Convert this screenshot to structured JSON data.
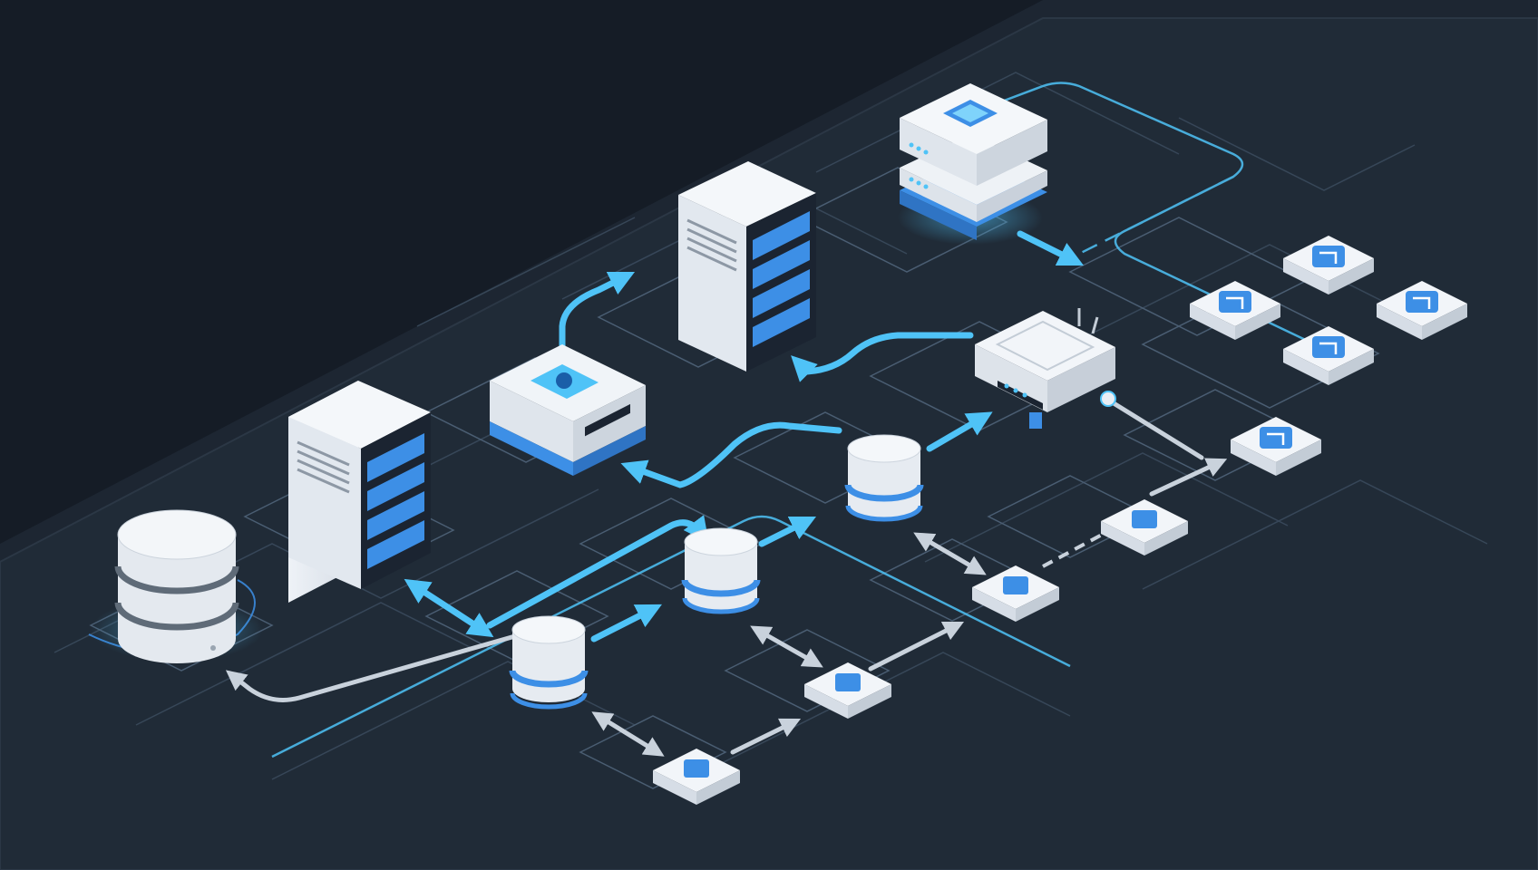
{
  "diagram": {
    "kind": "isometric-network-topology",
    "colors": {
      "background": "#151c26",
      "platform": "#1f2935",
      "platform_edge": "#2b3745",
      "grid_line": "#3a4a5c",
      "accent_cyan": "#4fc3f7",
      "accent_blue": "#3d8fe6",
      "device_white": "#e9eef4",
      "device_shade": "#c5ced9",
      "arrow_gray": "#c9d2dc"
    },
    "nodes": [
      {
        "id": "primary-database",
        "icon": "database-cylinder-icon"
      },
      {
        "id": "server-tower-left",
        "icon": "server-tower-icon"
      },
      {
        "id": "server-tower-center",
        "icon": "server-tower-icon"
      },
      {
        "id": "storage-unit",
        "icon": "storage-unit-icon"
      },
      {
        "id": "server-stack",
        "icon": "server-stack-icon"
      },
      {
        "id": "router",
        "icon": "router-icon"
      },
      {
        "id": "database-a",
        "icon": "database-small-icon"
      },
      {
        "id": "database-b",
        "icon": "database-small-icon"
      },
      {
        "id": "database-c",
        "icon": "database-small-icon"
      },
      {
        "id": "client-device-1",
        "icon": "client-device-icon"
      },
      {
        "id": "client-device-2",
        "icon": "client-device-icon"
      },
      {
        "id": "client-device-3",
        "icon": "client-device-icon"
      },
      {
        "id": "client-device-4",
        "icon": "client-device-icon"
      },
      {
        "id": "client-device-5",
        "icon": "client-device-icon"
      },
      {
        "id": "endpoint-1",
        "icon": "endpoint-icon"
      },
      {
        "id": "endpoint-2",
        "icon": "endpoint-icon"
      },
      {
        "id": "endpoint-3",
        "icon": "endpoint-icon"
      },
      {
        "id": "endpoint-4",
        "icon": "endpoint-icon"
      },
      {
        "id": "endpoint-5",
        "icon": "endpoint-icon"
      }
    ],
    "connections": [
      {
        "from": "storage-unit",
        "to": "server-tower-center",
        "style": "cyan-arrow-up"
      },
      {
        "from": "router",
        "to": "server-tower-center",
        "style": "cyan-arrow"
      },
      {
        "from": "server-stack",
        "to": "router",
        "style": "cyan-arrow"
      },
      {
        "from": "database-c",
        "to": "storage-unit",
        "style": "cyan-arrow"
      },
      {
        "from": "database-c",
        "to": "router",
        "style": "cyan-arrow"
      },
      {
        "from": "database-b",
        "to": "database-c",
        "style": "cyan-arrow"
      },
      {
        "from": "database-a",
        "to": "database-b",
        "style": "cyan-arrow"
      },
      {
        "from": "server-tower-left",
        "to": "database-a",
        "style": "cyan-bidirectional"
      },
      {
        "from": "database-b",
        "to": "primary-database",
        "style": "gray-arrow"
      },
      {
        "from": "database-a",
        "to": "endpoint-1",
        "style": "gray-bidirectional"
      },
      {
        "from": "endpoint-1",
        "to": "endpoint-2",
        "style": "gray-arrow"
      },
      {
        "from": "database-b",
        "to": "endpoint-2",
        "style": "gray-bidirectional"
      },
      {
        "from": "endpoint-2",
        "to": "endpoint-3",
        "style": "gray-arrow"
      },
      {
        "from": "database-c",
        "to": "endpoint-3",
        "style": "gray-bidirectional"
      },
      {
        "from": "endpoint-3",
        "to": "endpoint-4",
        "style": "gray-dashed"
      },
      {
        "from": "endpoint-4",
        "to": "endpoint-5",
        "style": "gray-arrow"
      },
      {
        "from": "router",
        "to": "endpoint-5",
        "style": "gray-line"
      },
      {
        "from": "server-stack",
        "to": "client-device-1",
        "style": "cyan-line"
      }
    ]
  }
}
